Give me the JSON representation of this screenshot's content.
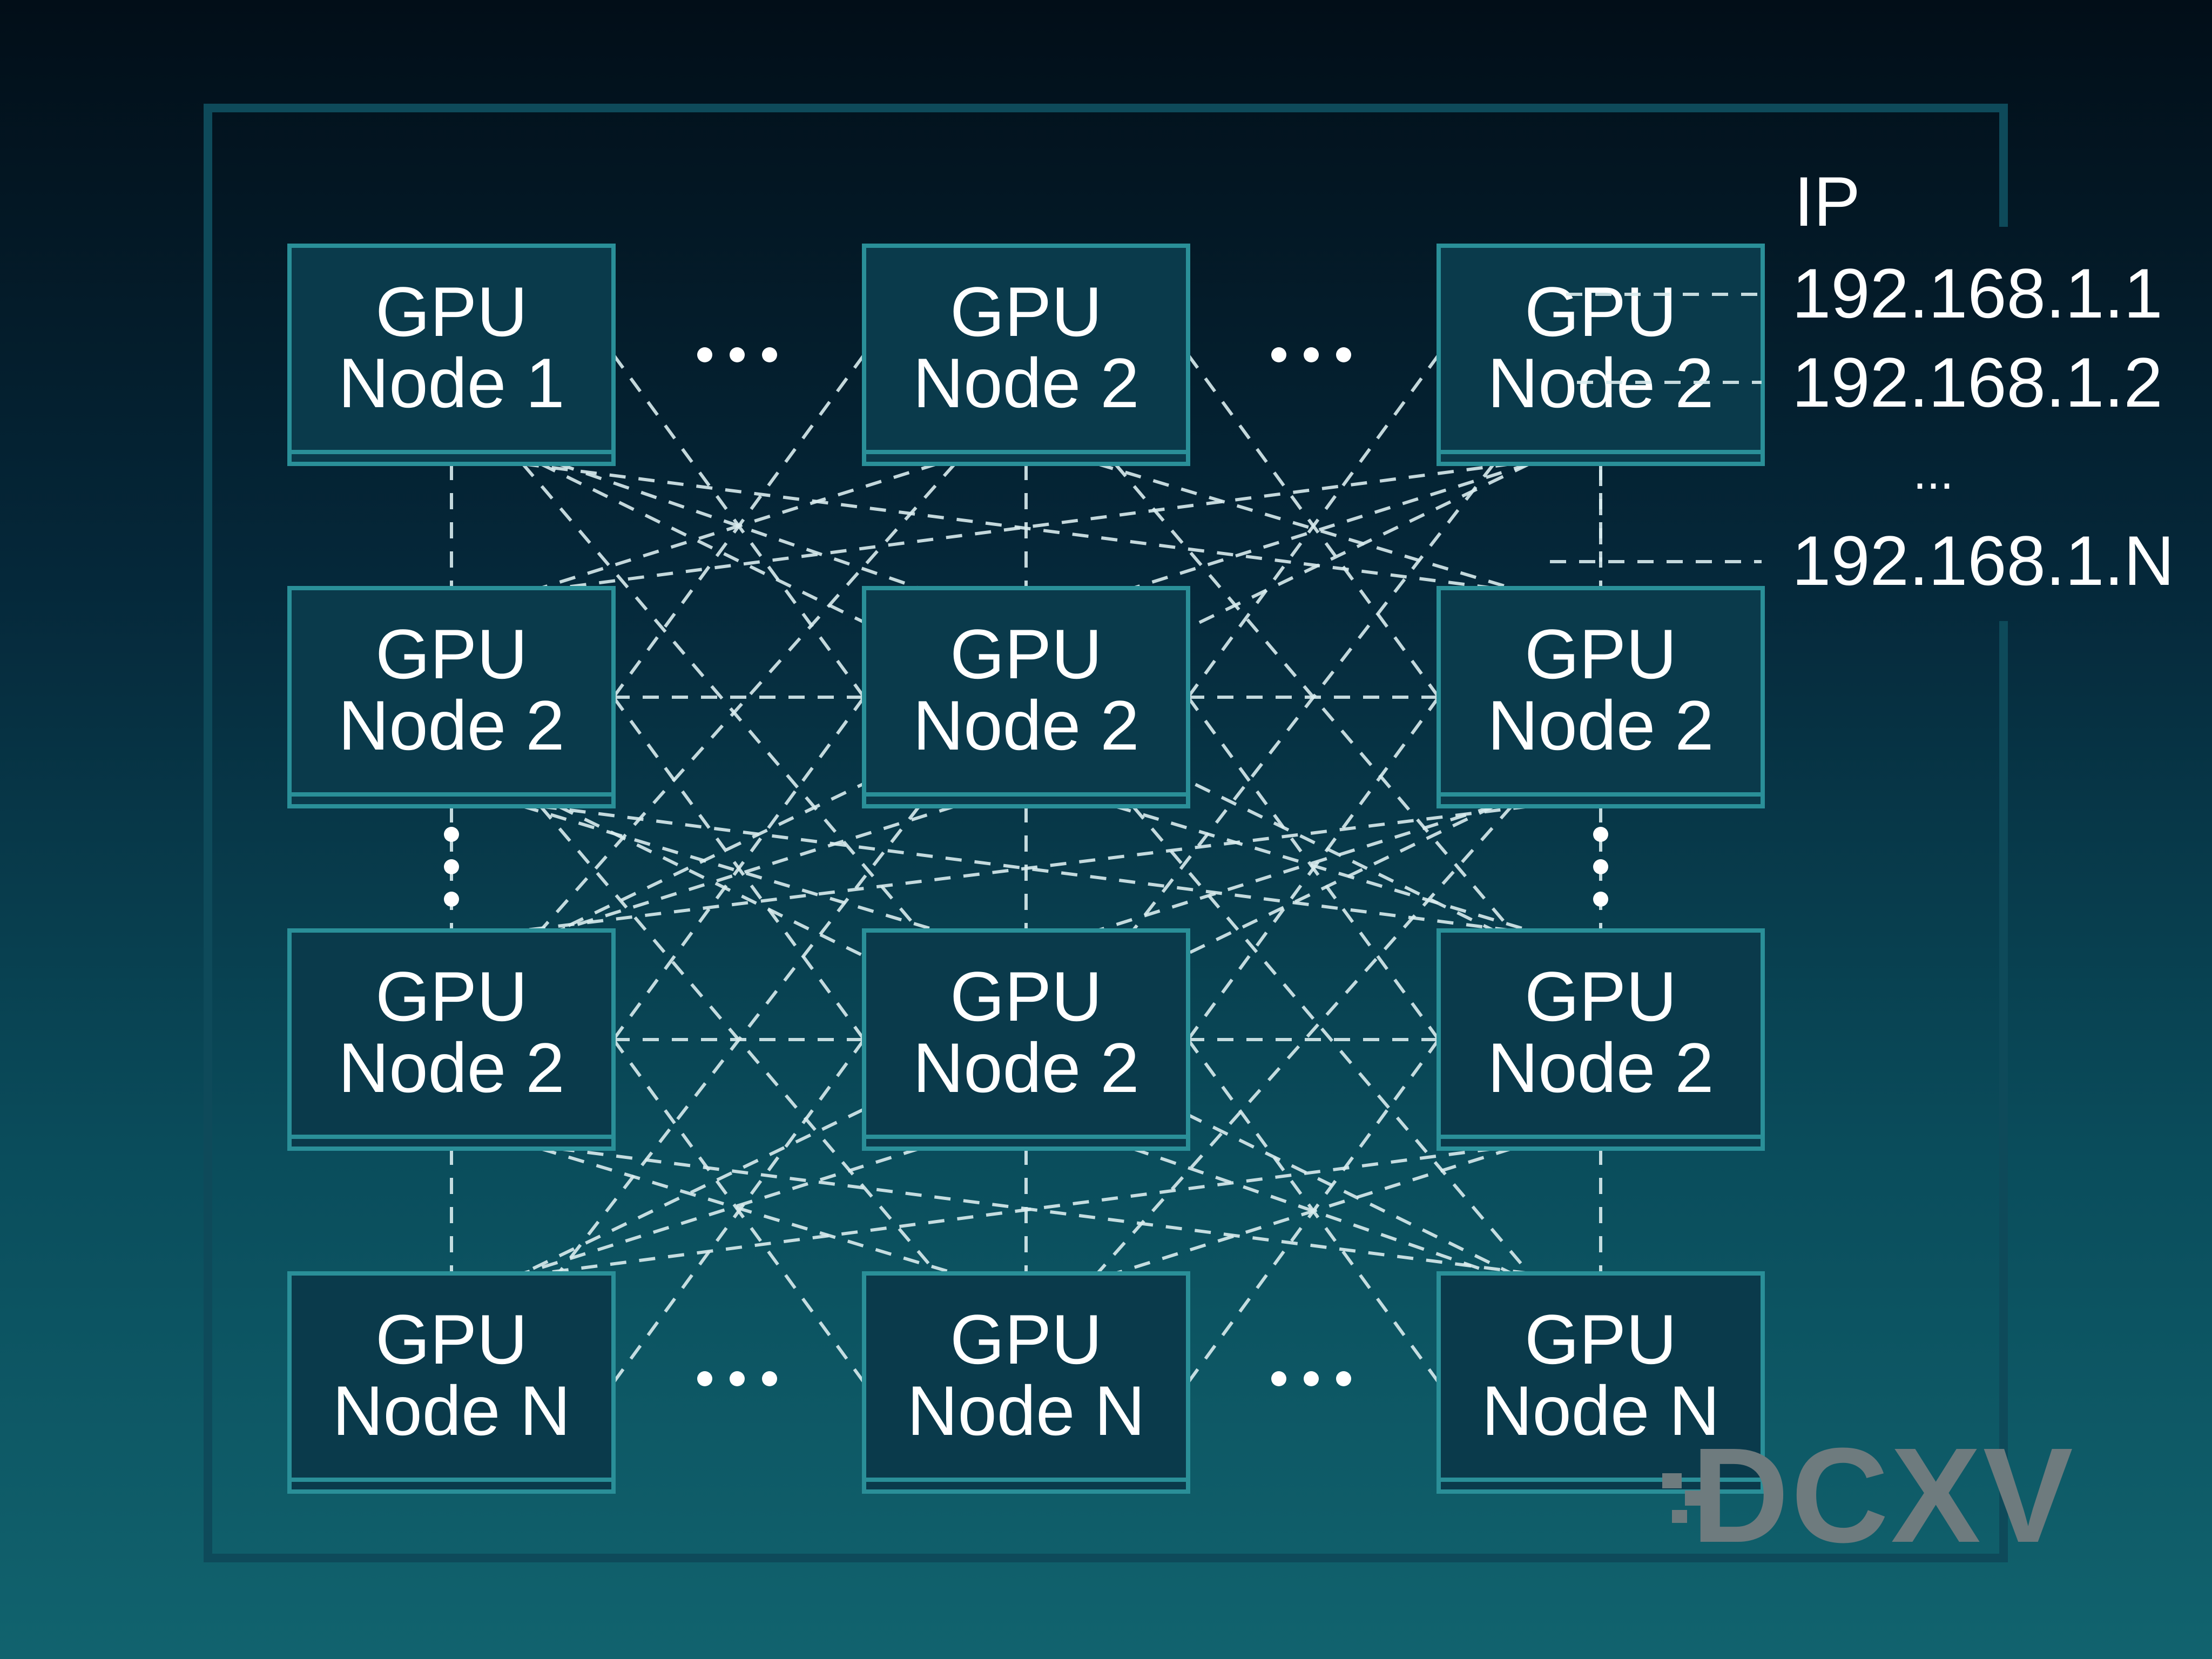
{
  "nodes": [
    {
      "id": "r0c0",
      "row": 0,
      "col": 0,
      "line1": "GPU",
      "line2": "Node 1"
    },
    {
      "id": "r0c1",
      "row": 0,
      "col": 1,
      "line1": "GPU",
      "line2": "Node 2"
    },
    {
      "id": "r0c2",
      "row": 0,
      "col": 2,
      "line1": "GPU",
      "line2": "Node 2"
    },
    {
      "id": "r1c0",
      "row": 1,
      "col": 0,
      "line1": "GPU",
      "line2": "Node 2"
    },
    {
      "id": "r1c1",
      "row": 1,
      "col": 1,
      "line1": "GPU",
      "line2": "Node 2"
    },
    {
      "id": "r1c2",
      "row": 1,
      "col": 2,
      "line1": "GPU",
      "line2": "Node 2"
    },
    {
      "id": "r2c0",
      "row": 2,
      "col": 0,
      "line1": "GPU",
      "line2": "Node 2"
    },
    {
      "id": "r2c1",
      "row": 2,
      "col": 1,
      "line1": "GPU",
      "line2": "Node 2"
    },
    {
      "id": "r2c2",
      "row": 2,
      "col": 2,
      "line1": "GPU",
      "line2": "Node 2"
    },
    {
      "id": "r3c0",
      "row": 3,
      "col": 0,
      "line1": "GPU",
      "line2": "Node N"
    },
    {
      "id": "r3c1",
      "row": 3,
      "col": 1,
      "line1": "GPU",
      "line2": "Node N"
    },
    {
      "id": "r3c2",
      "row": 3,
      "col": 2,
      "line1": "GPU",
      "line2": "Node N"
    }
  ],
  "ip": {
    "header": "IP",
    "addresses": [
      "192.168.1.1",
      "192.168.1.2",
      "...",
      "192.168.1.N"
    ]
  },
  "logo": {
    "text": "DCXV"
  },
  "colors": {
    "box_fill": "#0a3a4b",
    "box_stroke": "#2a8f98",
    "link": "#d9ecee"
  }
}
